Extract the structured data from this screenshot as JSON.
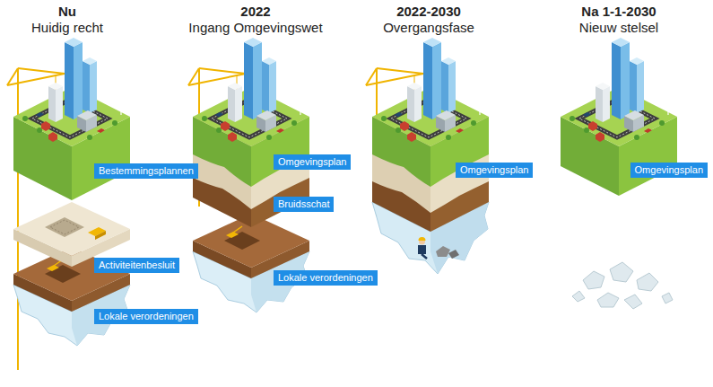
{
  "diagram": {
    "nodes": [
      {
        "text": [
          "Bestemmingsplannen"
        ]
      },
      {
        "text": [
          "Activiteitenbesluit"
        ]
      },
      {
        "text": [
          "Lokale verordeningen"
        ]
      },
      {
        "text": [
          "Omgevingsplan"
        ]
      },
      {
        "text": [
          "Bruidsschat"
        ]
      },
      {
        "text": [
          "Lokale verordeningen"
        ]
      },
      {
        "text": [
          "Omgevingsplan"
        ]
      },
      {
        "text": [
          "Omgevingsplan"
        ]
      }
    ],
    "labels": [
      "Nu",
      "Huidig recht",
      "2022",
      "Ingang Omgevingswet",
      "2022-2030",
      "Overgangsfase",
      "Na 1-1-2030",
      "Nieuw stelsel"
    ]
  }
}
